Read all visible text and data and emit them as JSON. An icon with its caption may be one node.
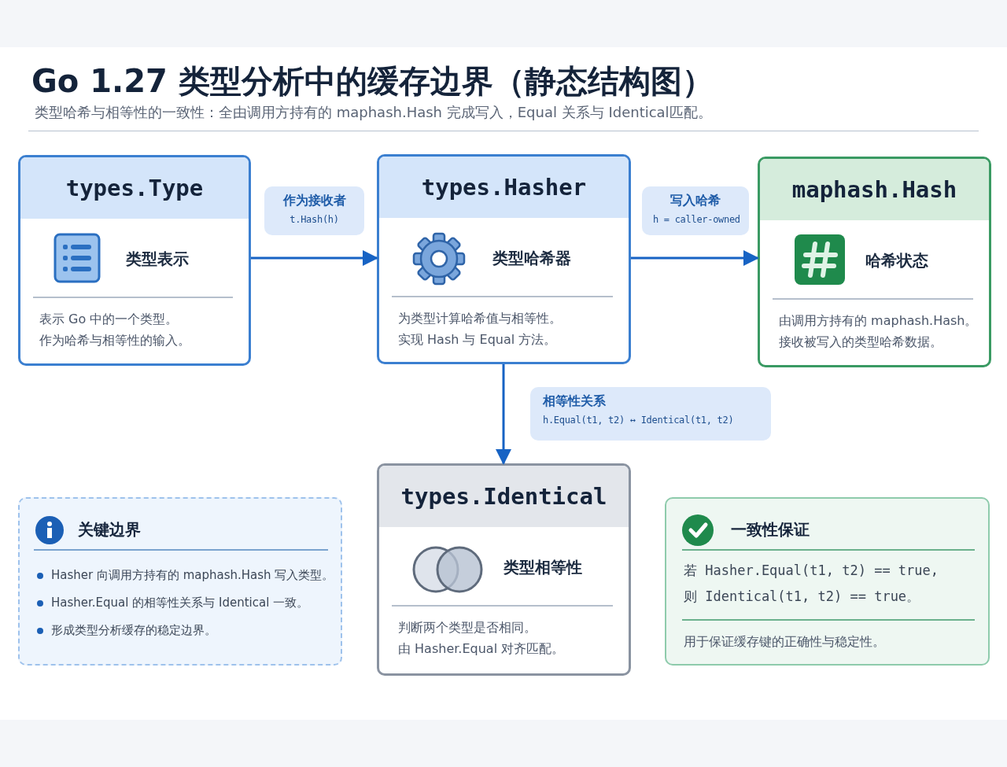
{
  "diagram": {
    "title": "Go 1.27 类型分析中的缓存边界（静态结构图）",
    "caption": "类型哈希与相等性的一致性：全由调用方持有的 maphash.Hash 完成写入，Equal 关系与 Identical匹配。",
    "nodes": [
      {
        "text": [
          "types.Type",
          "类型表示",
          "表示 Go 中的一个类型。",
          "作为哈希与相等性的输入。"
        ]
      },
      {
        "text": [
          "types.Hasher",
          "类型哈希器",
          "为类型计算哈希值与相等性。",
          "实现 Hash 与 Equal 方法。"
        ]
      },
      {
        "text": [
          "maphash.Hash",
          "哈希状态",
          "由调用方持有的 maphash.Hash。",
          "接收被写入的类型哈希数据。"
        ]
      },
      {
        "text": [
          "types.Identical",
          "类型相等性",
          "判断两个类型是否相同。",
          "由 Hasher.Equal 对齐匹配。"
        ]
      },
      {
        "text": [
          "关键边界",
          "Hasher 向调用方持有的 maphash.Hash 写入类型。",
          "Hasher.Equal 的相等性关系与 Identical 一致。",
          "形成类型分析缓存的稳定边界。"
        ]
      },
      {
        "text": [
          "一致性保证",
          "若 Hasher.Equal(t1, t2) == true,",
          "则 Identical(t1, t2) == true。",
          "用于保证缓存键的正确性与稳定性。"
        ]
      }
    ],
    "edges": [
      {
        "from": 0,
        "to": 1,
        "arrow": "to",
        "label": "作为接收者 t.Hash(h)"
      },
      {
        "from": 1,
        "to": 2,
        "arrow": "to",
        "label": "写入哈希 h = caller-owned"
      },
      {
        "from": 1,
        "to": 3,
        "arrow": "to",
        "label": "相等性关系 h.Equal(t1, t2) ↔ Identical(t1, t2)"
      }
    ]
  }
}
